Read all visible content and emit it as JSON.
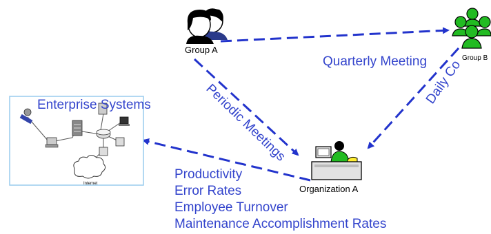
{
  "nodes": {
    "group_a": "Group A",
    "group_b": "Group B",
    "organization_a": "Organization A",
    "enterprise": "Enterprise Systems",
    "internet": "Internet"
  },
  "edges": {
    "quarterly": "Quarterly Meeting",
    "periodic": "Periodic Meetings",
    "daily": "Daily Co"
  },
  "metrics": [
    "Productivity",
    "Error Rates",
    "Employee Turnover",
    "Maintenance Accomplishment Rates"
  ],
  "colors": {
    "arrow": "#2233cc",
    "label": "#3344cc",
    "person_green": "#22bb22",
    "frame": "#99ccee"
  }
}
